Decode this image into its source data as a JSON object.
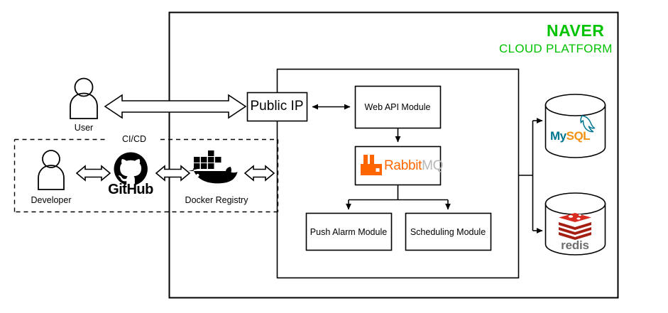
{
  "diagram": {
    "title": "NAVER Cloud Platform architecture diagram",
    "brand": {
      "line1": "NAVER",
      "line2": "CLOUD PLATFORM",
      "color": "#00C300"
    },
    "actors": [
      {
        "id": "user",
        "label": "User",
        "icon": "user-icon"
      },
      {
        "id": "developer",
        "label": "Developer",
        "icon": "user-icon"
      }
    ],
    "groups": [
      {
        "id": "naver-cloud",
        "label": "",
        "style": "solid"
      },
      {
        "id": "cicd",
        "label": "CI/CD",
        "style": "dashed"
      },
      {
        "id": "app-modules",
        "label": "",
        "style": "solid"
      }
    ],
    "nodes": [
      {
        "id": "public-ip",
        "label": "Public IP"
      },
      {
        "id": "web-api",
        "label": "Web API Module"
      },
      {
        "id": "rabbitmq",
        "label_primary": "Rabbit",
        "label_secondary": "MQ",
        "color_primary": "#FF6600",
        "color_secondary": "#B7B7B7"
      },
      {
        "id": "push-alarm",
        "label": "Push Alarm Module"
      },
      {
        "id": "scheduling",
        "label": "Scheduling Module"
      },
      {
        "id": "github",
        "label": "GitHub"
      },
      {
        "id": "docker",
        "label": "Docker Registry"
      }
    ],
    "datastores": [
      {
        "id": "mysql",
        "label_primary": "My",
        "label_secondary": "SQL",
        "color_primary": "#00758F",
        "color_secondary": "#F29111",
        "shape": "cylinder"
      },
      {
        "id": "redis",
        "label": "redis",
        "color": "#A41E11",
        "shape": "cylinder"
      }
    ],
    "edges": [
      {
        "from": "user",
        "to": "public-ip",
        "type": "block-double-arrow"
      },
      {
        "from": "public-ip",
        "to": "web-api",
        "type": "double-arrow"
      },
      {
        "from": "web-api",
        "to": "rabbitmq",
        "type": "arrow"
      },
      {
        "from": "rabbitmq",
        "to": "push-alarm",
        "type": "arrow"
      },
      {
        "from": "rabbitmq",
        "to": "scheduling",
        "type": "arrow"
      },
      {
        "from": "app-modules",
        "to": "mysql",
        "type": "arrow"
      },
      {
        "from": "app-modules",
        "to": "redis",
        "type": "arrow"
      },
      {
        "from": "developer",
        "to": "github",
        "type": "block-double-arrow"
      },
      {
        "from": "github",
        "to": "docker",
        "type": "block-double-arrow"
      },
      {
        "from": "docker",
        "to": "naver-cloud",
        "type": "block-double-arrow"
      }
    ]
  }
}
